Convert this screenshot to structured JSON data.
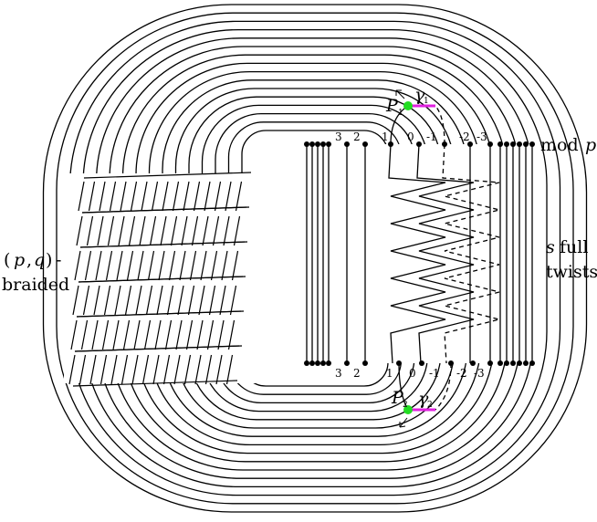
{
  "labels": {
    "mod": "mod",
    "p": "p",
    "braided_paren_open": "(",
    "braided_p": "p",
    "braided_comma": ",",
    "braided_q": "q",
    "braided_paren_close": ")",
    "braided_dash": "-",
    "braided_word": "braided",
    "s": "s",
    "full": "full",
    "twists": "twists",
    "P": "P",
    "P1_sub": "1",
    "P2_sub": "2",
    "gamma": "γ",
    "g1_sub": "1",
    "g2_sub": "2",
    "top_numbers": [
      "3",
      "2",
      "1",
      "0",
      "-1",
      "-2",
      "-3"
    ],
    "bottom_numbers": [
      "3",
      "2",
      "1",
      "0",
      "-1",
      "-2",
      "-3"
    ]
  },
  "colors": {
    "stroke": "#000000",
    "point": "#22dd22",
    "arc": "#e020e0"
  }
}
